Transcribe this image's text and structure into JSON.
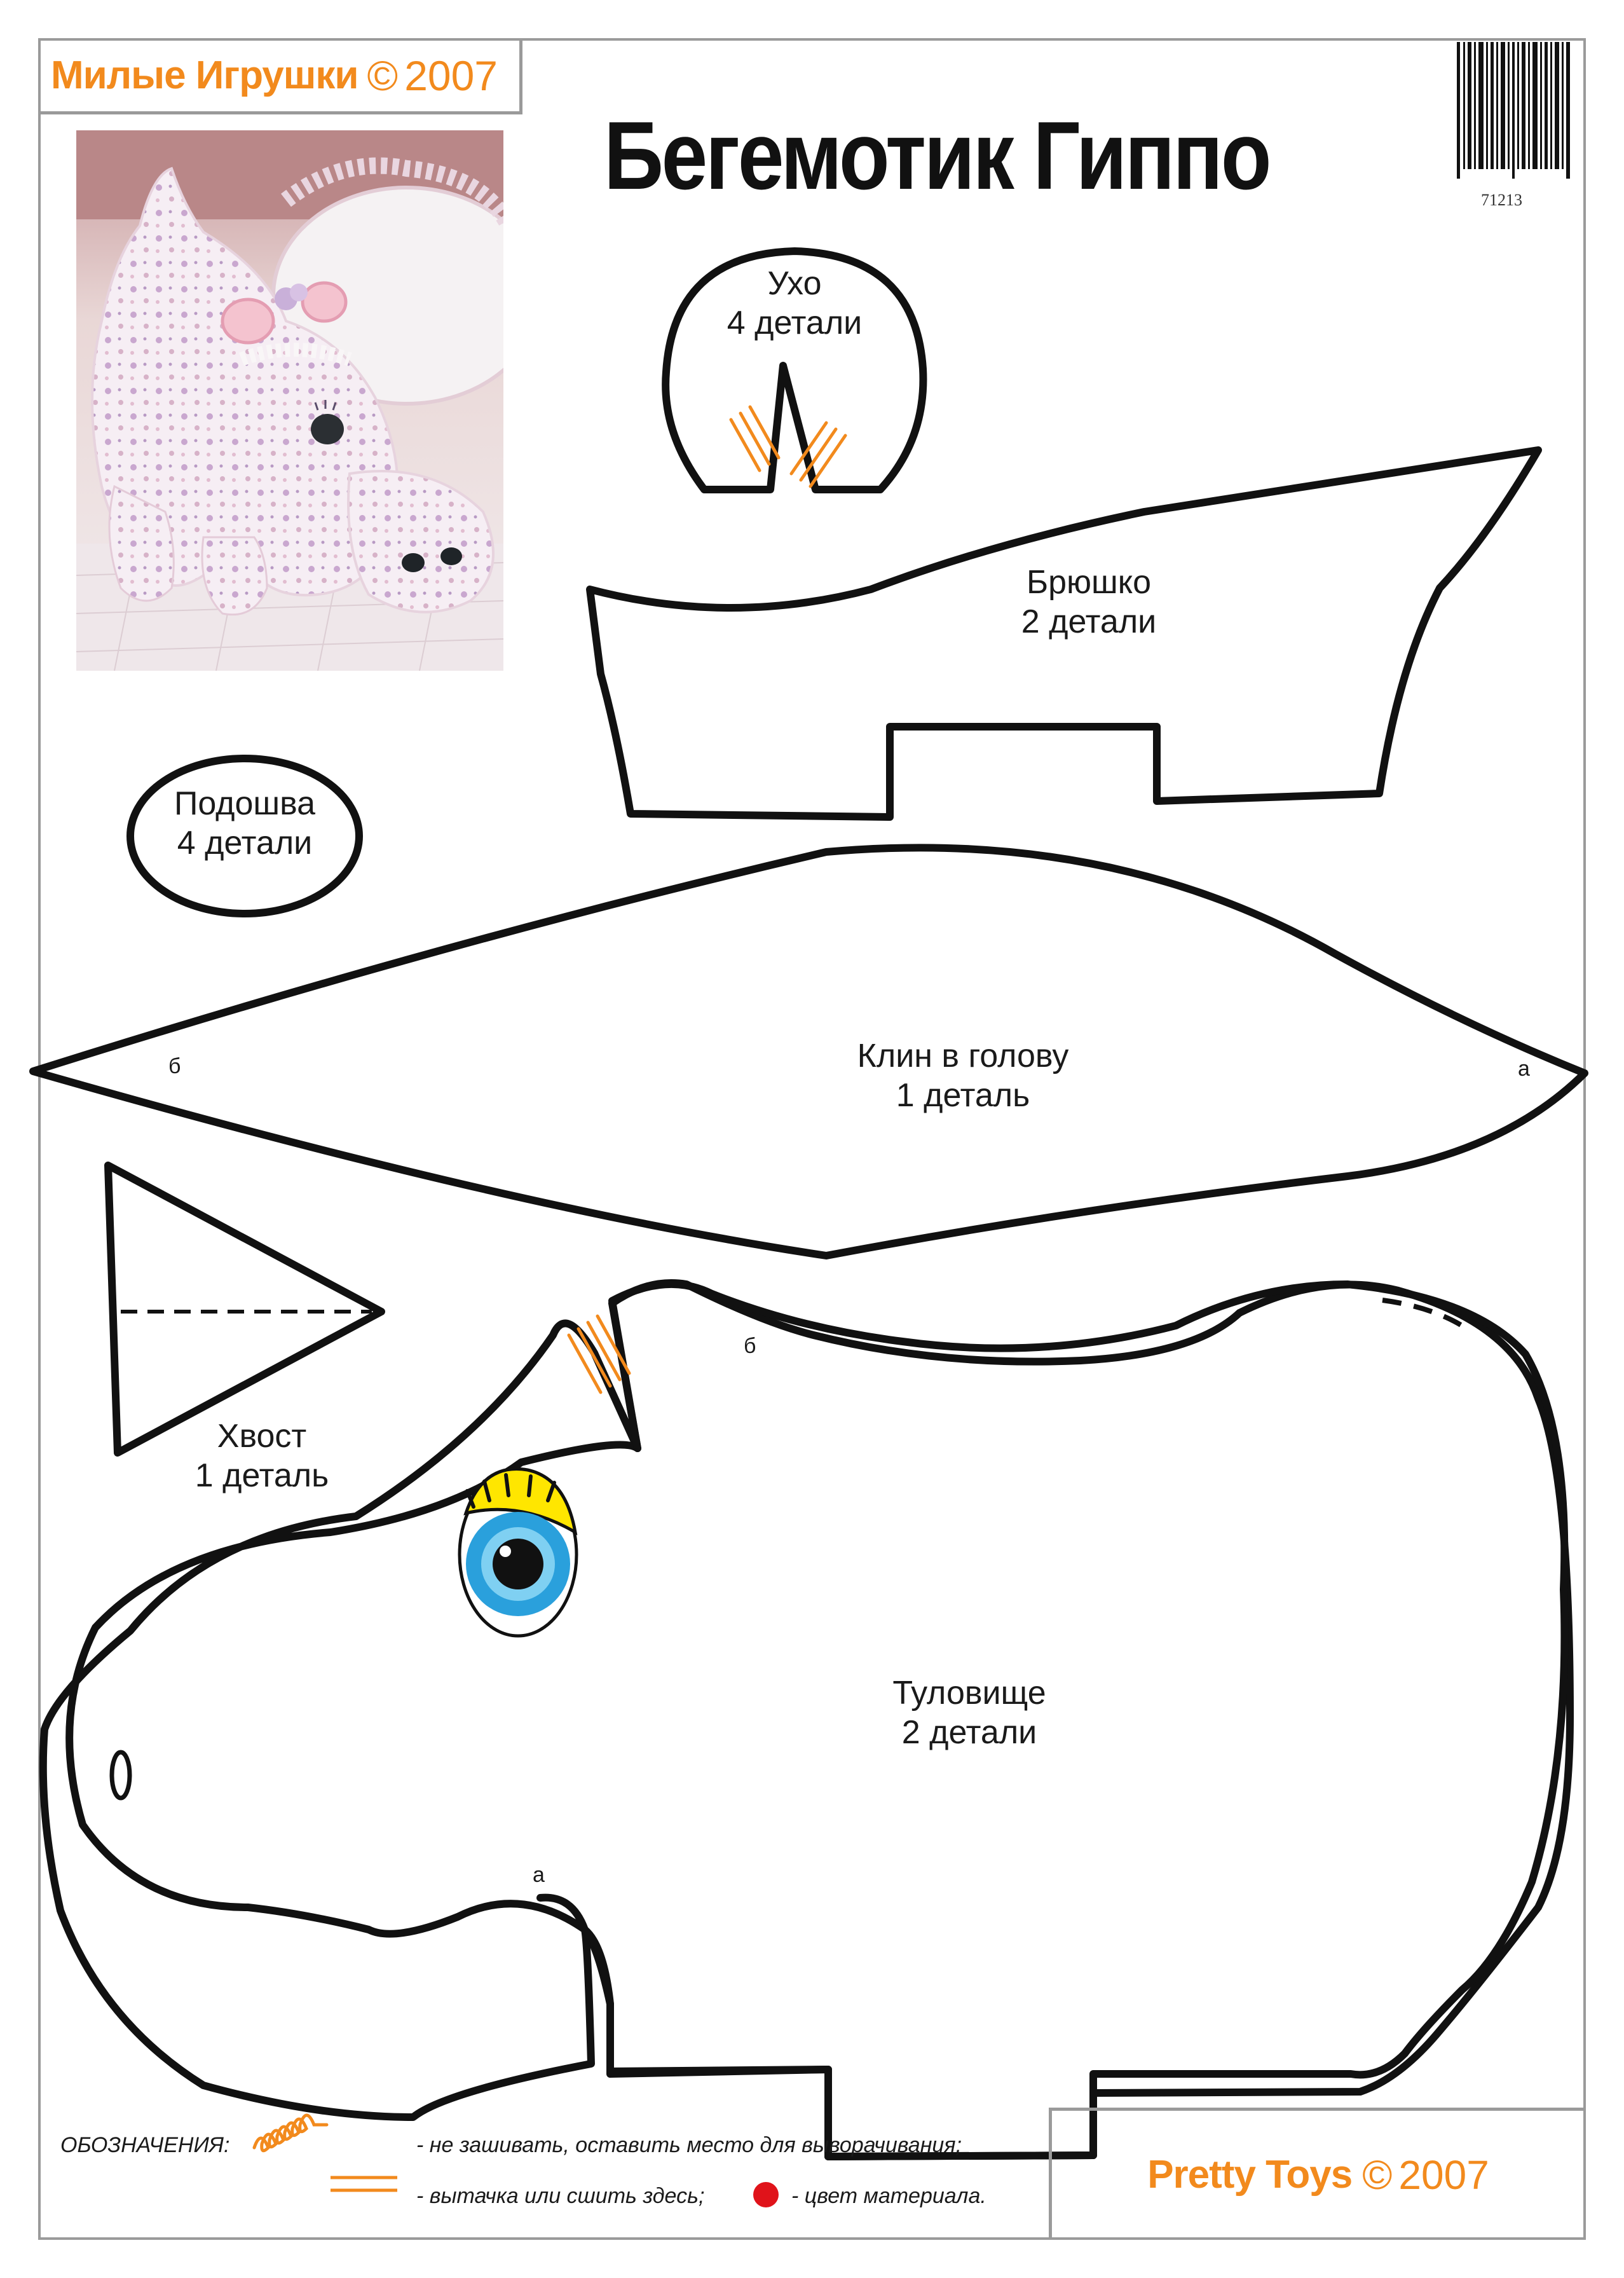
{
  "header": {
    "brand_name": "Милые Игрушки",
    "copyright_symbol": "©",
    "year": "2007",
    "title": "Бегемотик Гиппо",
    "barcode_number": "71213"
  },
  "photo": {
    "subject": "plush-hippo-photo"
  },
  "pieces": {
    "ear": {
      "name": "Ухо",
      "count": "4 детали"
    },
    "belly": {
      "name": "Брюшко",
      "count": "2 детали"
    },
    "sole": {
      "name": "Подошва",
      "count": "4 детали"
    },
    "head_gusset": {
      "name": "Клин в голову",
      "count": "1 деталь",
      "mark_left": "б",
      "mark_right": "а"
    },
    "tail": {
      "name": "Хвост",
      "count": "1 деталь"
    },
    "body": {
      "name": "Туловище",
      "count": "2 детали",
      "mark_top": "б",
      "mark_bottom": "а"
    }
  },
  "legend": {
    "title": "ОБОЗНАЧЕНИЯ:",
    "leave_open": "- не зашивать, оставить место  для выворачивания;",
    "dart": "- вытачка или сшить здесь;",
    "fabric_color": "- цвет материала."
  },
  "footer": {
    "brand_name": "Pretty Toys",
    "copyright_symbol": "©",
    "year": "2007"
  },
  "colors": {
    "accent_orange": "#f28a1d",
    "frame_gray": "#9a9a9a",
    "outline": "#111111",
    "fabric_red": "#e0131a",
    "eye_blue": "#2aa0dc",
    "eyelid_yellow": "#ffe600"
  }
}
